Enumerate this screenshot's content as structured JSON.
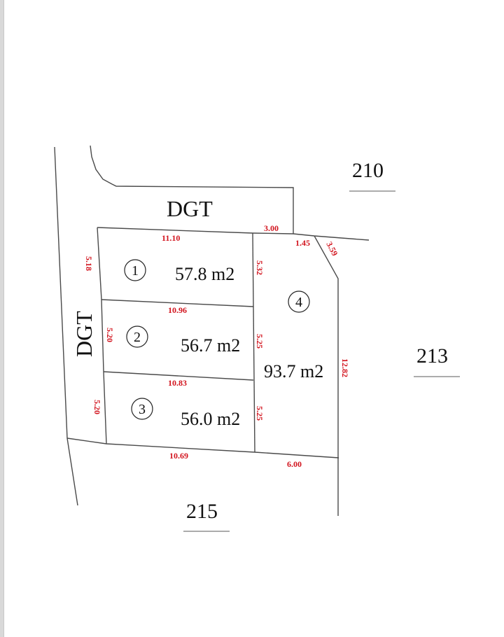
{
  "diagram": {
    "type": "land-plot-subdivision",
    "roads": {
      "north_label": "DGT",
      "west_label": "DGT"
    },
    "neighbors": {
      "north_east": "210",
      "east": "213",
      "south": "215"
    },
    "lots": [
      {
        "number": "1",
        "area": "57.8 m2"
      },
      {
        "number": "2",
        "area": "56.7 m2"
      },
      {
        "number": "3",
        "area": "56.0 m2"
      },
      {
        "number": "4",
        "area": "93.7 m2"
      }
    ],
    "dimensions": {
      "lot1_top": "11.10",
      "lot1_left": "5.18",
      "lot1_right": "5.32",
      "lot1_lot2_divider": "10.96",
      "lot2_left": "5.20",
      "lot2_right": "5.25",
      "lot2_lot3_divider": "10.83",
      "lot3_left": "5.20",
      "lot3_right": "5.25",
      "lot3_bottom": "10.69",
      "lot4_top_a": "3.00",
      "lot4_top_b": "1.45",
      "lot4_chamfer": "3.59",
      "lot4_right": "12.82",
      "lot4_bottom": "6.00"
    },
    "colors": {
      "line": "#4a4a4a",
      "dimension_text": "#d2141e",
      "label_text": "#111111"
    }
  }
}
